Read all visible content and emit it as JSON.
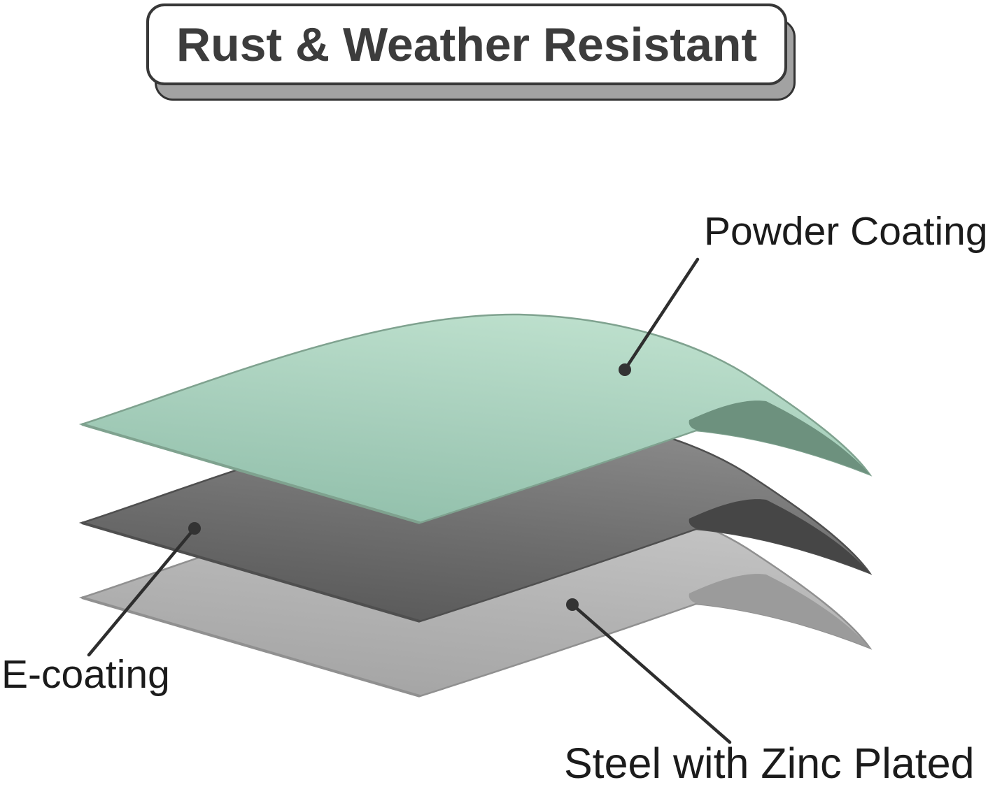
{
  "banner": {
    "title": "Rust & Weather Resistant"
  },
  "annotations": {
    "powder": {
      "label": "Powder Coating"
    },
    "ecoating": {
      "label": "E-coating"
    },
    "steel": {
      "label": "Steel with Zinc Plated"
    }
  },
  "diagram": {
    "type": "exploded-layer-stack",
    "layers_top_to_bottom": [
      "Powder Coating",
      "E-coating",
      "Steel with Zinc Plated"
    ]
  },
  "colors": {
    "title_text": "#3c3c3c",
    "label_text": "#1b1b1b",
    "banner_shadow": "#a2a2a2",
    "leader_line": "#2e2e2e",
    "dot": "#333333",
    "green_crest": "#bcdfcc",
    "green_mid": "#a6cebb",
    "green_front": "#8fbea9",
    "green_underside": "#6d917e",
    "green_edge": "#7fa28f",
    "dark_crest": "#8a8a8a",
    "dark_mid": "#6f6f6f",
    "dark_front": "#565656",
    "dark_underside": "#464646",
    "dark_edge": "#4f4f4f",
    "light_crest": "#c6c6c6",
    "light_mid": "#b3b3b3",
    "light_front": "#a2a2a2",
    "light_underside": "#9b9b9b",
    "light_edge": "#909090"
  }
}
